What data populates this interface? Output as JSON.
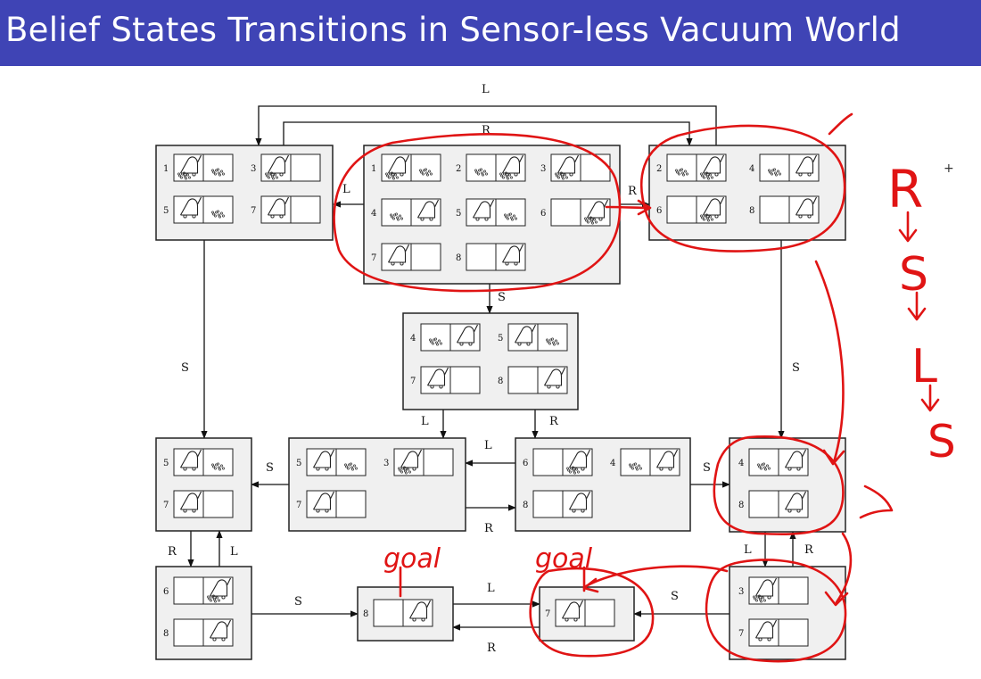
{
  "title": "Belief States Transitions in Sensor-less Vacuum World",
  "actions": {
    "left": "L",
    "right": "R",
    "suck": "S"
  },
  "annotations": {
    "sequence": [
      "R",
      "S",
      "L",
      "S"
    ],
    "goal": "goal",
    "marker": "+"
  },
  "colors": {
    "header": "#3f44b5",
    "ink": "#e01414"
  },
  "belief_states": [
    {
      "id": "initial",
      "states": [
        {
          "n": "1",
          "robot": "left",
          "dirtL": true,
          "dirtR": true
        },
        {
          "n": "2",
          "robot": "right",
          "dirtL": true,
          "dirtR": true
        },
        {
          "n": "3",
          "robot": "left",
          "dirtL": true,
          "dirtR": false
        },
        {
          "n": "4",
          "robot": "right",
          "dirtL": true,
          "dirtR": false
        },
        {
          "n": "5",
          "robot": "left",
          "dirtL": false,
          "dirtR": true
        },
        {
          "n": "6",
          "robot": "right",
          "dirtL": false,
          "dirtR": true
        },
        {
          "n": "7",
          "robot": "left",
          "dirtL": false,
          "dirtR": false
        },
        {
          "n": "8",
          "robot": "right",
          "dirtL": false,
          "dirtR": false
        }
      ]
    },
    {
      "id": "after-L",
      "states": [
        {
          "n": "1",
          "robot": "left",
          "dirtL": true,
          "dirtR": true
        },
        {
          "n": "3",
          "robot": "left",
          "dirtL": true,
          "dirtR": false
        },
        {
          "n": "5",
          "robot": "left",
          "dirtL": false,
          "dirtR": true
        },
        {
          "n": "7",
          "robot": "left",
          "dirtL": false,
          "dirtR": false
        }
      ]
    },
    {
      "id": "after-R",
      "states": [
        {
          "n": "2",
          "robot": "right",
          "dirtL": true,
          "dirtR": true
        },
        {
          "n": "4",
          "robot": "right",
          "dirtL": true,
          "dirtR": false
        },
        {
          "n": "6",
          "robot": "right",
          "dirtL": false,
          "dirtR": true
        },
        {
          "n": "8",
          "robot": "right",
          "dirtL": false,
          "dirtR": false
        }
      ]
    },
    {
      "id": "after-S",
      "states": [
        {
          "n": "4",
          "robot": "right",
          "dirtL": true,
          "dirtR": false
        },
        {
          "n": "5",
          "robot": "left",
          "dirtL": false,
          "dirtR": true
        },
        {
          "n": "7",
          "robot": "left",
          "dirtL": false,
          "dirtR": false
        },
        {
          "n": "8",
          "robot": "right",
          "dirtL": false,
          "dirtR": false
        }
      ]
    },
    {
      "id": "L-S",
      "states": [
        {
          "n": "5",
          "robot": "left",
          "dirtL": false,
          "dirtR": true
        },
        {
          "n": "7",
          "robot": "left",
          "dirtL": false,
          "dirtR": false
        }
      ]
    },
    {
      "id": "S-L",
      "states": [
        {
          "n": "5",
          "robot": "left",
          "dirtL": false,
          "dirtR": true
        },
        {
          "n": "3",
          "robot": "left",
          "dirtL": true,
          "dirtR": false
        },
        {
          "n": "7",
          "robot": "left",
          "dirtL": false,
          "dirtR": false
        }
      ]
    },
    {
      "id": "S-R",
      "states": [
        {
          "n": "6",
          "robot": "right",
          "dirtL": false,
          "dirtR": true
        },
        {
          "n": "4",
          "robot": "right",
          "dirtL": true,
          "dirtR": false
        },
        {
          "n": "8",
          "robot": "right",
          "dirtL": false,
          "dirtR": false
        }
      ]
    },
    {
      "id": "R-S",
      "states": [
        {
          "n": "4",
          "robot": "right",
          "dirtL": true,
          "dirtR": false
        },
        {
          "n": "8",
          "robot": "right",
          "dirtL": false,
          "dirtR": false
        }
      ]
    },
    {
      "id": "LS-R",
      "states": [
        {
          "n": "6",
          "robot": "right",
          "dirtL": false,
          "dirtR": true
        },
        {
          "n": "8",
          "robot": "right",
          "dirtL": false,
          "dirtR": false
        }
      ]
    },
    {
      "id": "goal-8",
      "states": [
        {
          "n": "8",
          "robot": "right",
          "dirtL": false,
          "dirtR": false
        }
      ]
    },
    {
      "id": "goal-7",
      "states": [
        {
          "n": "7",
          "robot": "left",
          "dirtL": false,
          "dirtR": false
        }
      ]
    },
    {
      "id": "RS-L",
      "states": [
        {
          "n": "3",
          "robot": "left",
          "dirtL": true,
          "dirtR": false
        },
        {
          "n": "7",
          "robot": "left",
          "dirtL": false,
          "dirtR": false
        }
      ]
    }
  ]
}
